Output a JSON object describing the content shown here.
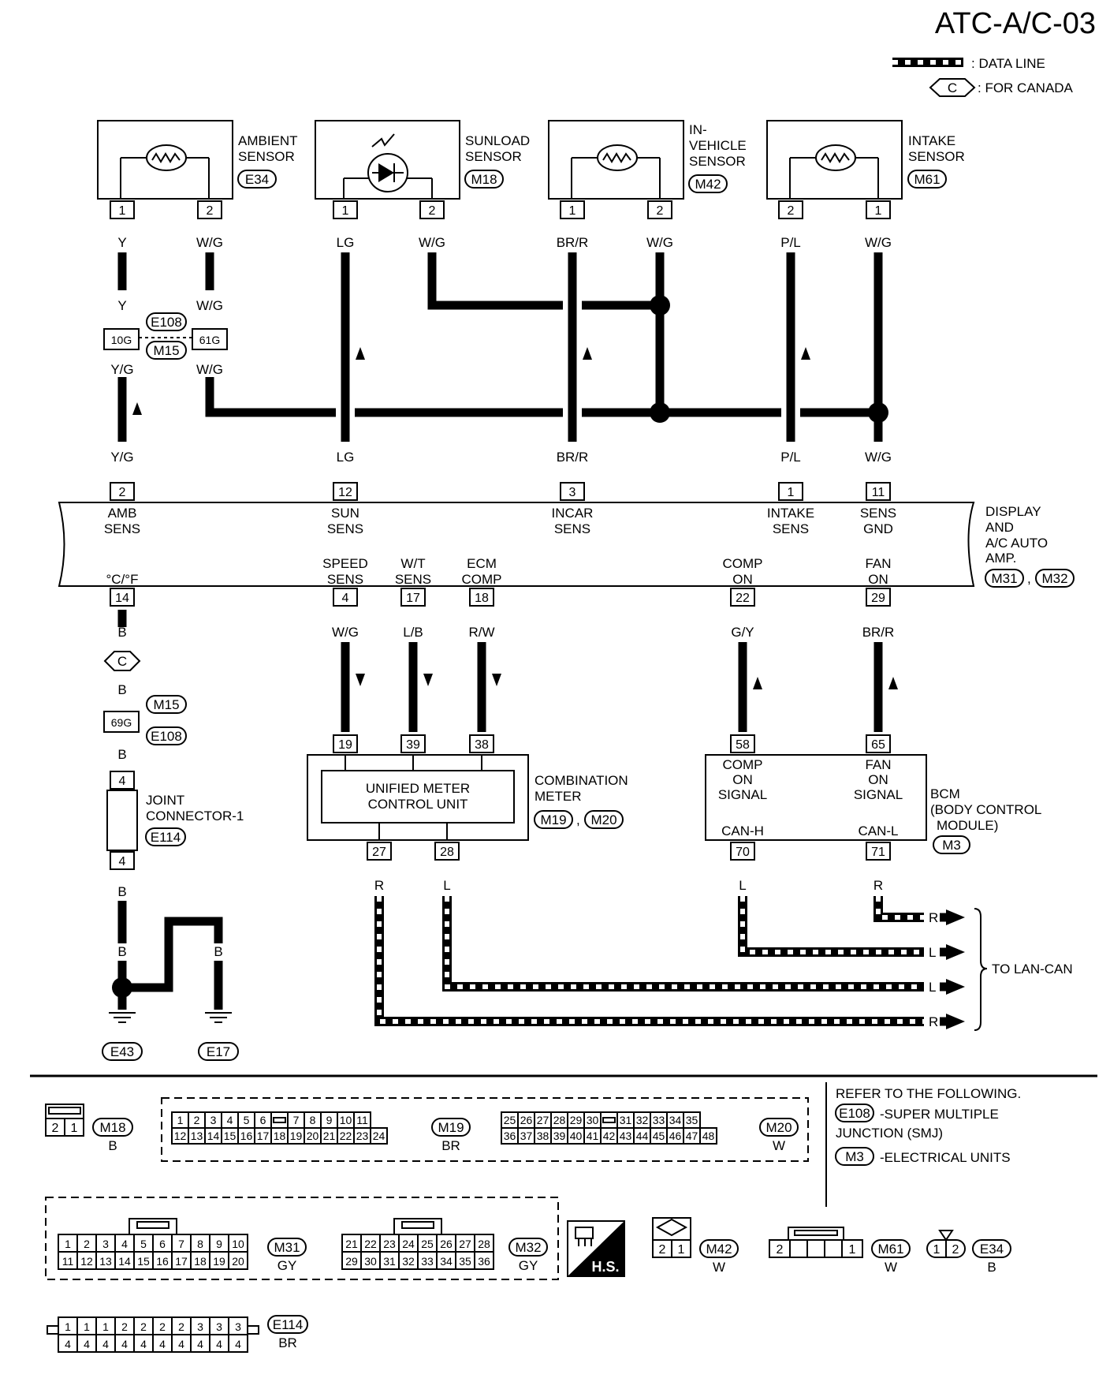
{
  "page_id": "ATC-A/C-03",
  "legend": {
    "data_line": ": DATA LINE",
    "canada_symbol": "C",
    "for_canada": ": FOR CANADA"
  },
  "sensors": {
    "ambient": {
      "name1": "AMBIENT",
      "name2": "SENSOR",
      "conn": "E34",
      "pin_a": "1",
      "pin_b": "2"
    },
    "sunload": {
      "name1": "SUNLOAD",
      "name2": "SENSOR",
      "conn": "M18",
      "pin_a": "1",
      "pin_b": "2"
    },
    "invehicle": {
      "name1": "IN-",
      "name2": "VEHICLE",
      "name3": "SENSOR",
      "conn": "M42",
      "pin_a": "1",
      "pin_b": "2"
    },
    "intake": {
      "name1": "INTAKE",
      "name2": "SENSOR",
      "conn": "M61",
      "pin_a": "2",
      "pin_b": "1"
    }
  },
  "wire_colors": {
    "y": "Y",
    "wg": "W/G",
    "lg": "LG",
    "brr": "BR/R",
    "pl": "P/L",
    "yg": "Y/G",
    "b": "B",
    "lb": "L/B",
    "rw": "R/W",
    "gy": "G/Y",
    "r": "R",
    "l": "L"
  },
  "smj": {
    "conn_a": "E108",
    "conn_b": "M15",
    "pin_a": "10G",
    "pin_b": "61G",
    "pin_c": "69G"
  },
  "amp": {
    "name": [
      "DISPLAY",
      "AND",
      "A/C AUTO",
      "AMP."
    ],
    "conn_a": "M31",
    "conn_b": "M32",
    "sep": ",",
    "top_pins": [
      {
        "pin": "2",
        "l1": "AMB",
        "l2": "SENS"
      },
      {
        "pin": "12",
        "l1": "SUN",
        "l2": "SENS"
      },
      {
        "pin": "3",
        "l1": "INCAR",
        "l2": "SENS"
      },
      {
        "pin": "1",
        "l1": "INTAKE",
        "l2": "SENS"
      },
      {
        "pin": "11",
        "l1": "SENS",
        "l2": "GND"
      }
    ],
    "bottom_pins": [
      {
        "pin": "14",
        "l1": "°C/°F",
        "l2": ""
      },
      {
        "pin": "4",
        "l1": "SPEED",
        "l2": "SENS"
      },
      {
        "pin": "17",
        "l1": "W/T",
        "l2": "SENS"
      },
      {
        "pin": "18",
        "l1": "ECM",
        "l2": "COMP"
      },
      {
        "pin": "22",
        "l1": "COMP",
        "l2": "ON"
      },
      {
        "pin": "29",
        "l1": "FAN",
        "l2": "ON"
      }
    ]
  },
  "meter": {
    "inner1": "UNIFIED METER",
    "inner2": "CONTROL UNIT",
    "name1": "COMBINATION",
    "name2": "METER",
    "conn_a": "M19",
    "conn_b": "M20",
    "pins_top": [
      "19",
      "39",
      "38"
    ],
    "pins_bottom": [
      "27",
      "28"
    ]
  },
  "bcm": {
    "name1": "BCM",
    "name2": "(BODY CONTROL",
    "name3": "MODULE)",
    "conn": "M3",
    "pins_top": [
      "58",
      "65"
    ],
    "pins_bottom": [
      "70",
      "71"
    ],
    "comp1": "COMP",
    "comp2": "ON",
    "comp3": "SIGNAL",
    "fan1": "FAN",
    "fan2": "ON",
    "fan3": "SIGNAL",
    "canh": "CAN-H",
    "canl": "CAN-L"
  },
  "joint": {
    "pin_top": "4",
    "pin_bottom": "4",
    "name1": "JOINT",
    "name2": "CONNECTOR-1",
    "conn": "E114"
  },
  "grounds": {
    "g1": "E43",
    "g2": "E17"
  },
  "lan": {
    "label": "TO LAN-CAN",
    "arrows": [
      "R",
      "L",
      "L",
      "R"
    ]
  },
  "refer": {
    "title": "REFER TO THE FOLLOWING.",
    "e108": "E108",
    "e108_text1": "-SUPER MULTIPLE",
    "e108_text2": "JUNCTION (SMJ)",
    "m3": "M3",
    "m3_text": "-ELECTRICAL UNITS"
  },
  "connectors": {
    "m18": {
      "id": "M18",
      "color": "B",
      "pins": [
        "2",
        "1"
      ]
    },
    "m19": {
      "id": "M19",
      "color": "BR",
      "row1": [
        "1",
        "2",
        "3",
        "4",
        "5",
        "6",
        "",
        "7",
        "8",
        "9",
        "10",
        "11"
      ],
      "row2": [
        "12",
        "13",
        "14",
        "15",
        "16",
        "17",
        "18",
        "19",
        "20",
        "21",
        "22",
        "23",
        "24"
      ]
    },
    "m20": {
      "id": "M20",
      "color": "W",
      "row1": [
        "25",
        "26",
        "27",
        "28",
        "29",
        "30",
        "",
        "31",
        "32",
        "33",
        "34",
        "35"
      ],
      "row2": [
        "36",
        "37",
        "38",
        "39",
        "40",
        "41",
        "42",
        "43",
        "44",
        "45",
        "46",
        "47",
        "48"
      ]
    },
    "m31": {
      "id": "M31",
      "color": "GY",
      "row1": [
        "1",
        "2",
        "3",
        "4",
        "5",
        "6",
        "7",
        "8",
        "9",
        "10"
      ],
      "row2": [
        "11",
        "12",
        "13",
        "14",
        "15",
        "16",
        "17",
        "18",
        "19",
        "20"
      ]
    },
    "m32": {
      "id": "M32",
      "color": "GY",
      "row1": [
        "21",
        "22",
        "23",
        "24",
        "25",
        "26",
        "27",
        "28"
      ],
      "row2": [
        "29",
        "30",
        "31",
        "32",
        "33",
        "34",
        "35",
        "36"
      ]
    },
    "hs": "H.S.",
    "m42": {
      "id": "M42",
      "color": "W",
      "pins": [
        "2",
        "1"
      ]
    },
    "m61": {
      "id": "M61",
      "color": "W",
      "pins": [
        "2",
        "",
        "1"
      ]
    },
    "e34": {
      "id": "E34",
      "color": "B",
      "pins": [
        "1",
        "2"
      ]
    },
    "e114": {
      "id": "E114",
      "color": "BR",
      "row1": [
        "1",
        "1",
        "1",
        "2",
        "2",
        "2",
        "2",
        "3",
        "3",
        "3"
      ],
      "row2": [
        "4",
        "4",
        "4",
        "4",
        "4",
        "4",
        "4",
        "4",
        "4",
        "4"
      ]
    }
  }
}
